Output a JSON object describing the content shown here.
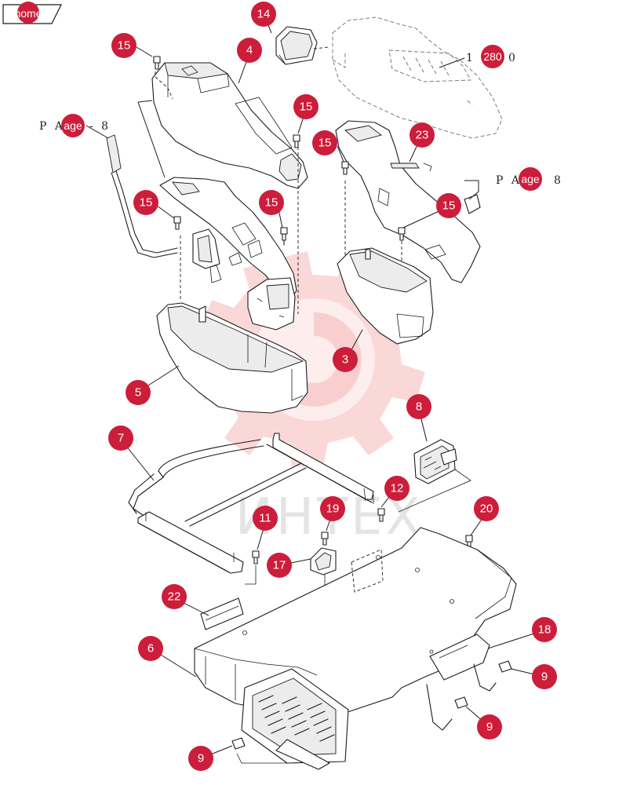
{
  "home_tab": {
    "label": "home"
  },
  "colors": {
    "callout": "#cc1d3a",
    "watermark": "#f4a8a8"
  },
  "watermark": {
    "text": "ИНТЕХ"
  },
  "reference_labels": [
    {
      "id": "page-ref-left",
      "prefix": "P A",
      "pill": "age",
      "suffix": "- 8"
    },
    {
      "id": "page-ref-right",
      "prefix": "P A",
      "pill": "age",
      "suffix": "8"
    },
    {
      "id": "ref-code-12800",
      "prefix": "1",
      "pill": "280",
      "suffix": "0"
    }
  ],
  "callouts": [
    {
      "id": "14",
      "label": "14"
    },
    {
      "id": "15a",
      "label": "15"
    },
    {
      "id": "4",
      "label": "4"
    },
    {
      "id": "15b",
      "label": "15"
    },
    {
      "id": "15c",
      "label": "15"
    },
    {
      "id": "23",
      "label": "23"
    },
    {
      "id": "15d",
      "label": "15"
    },
    {
      "id": "15e",
      "label": "15"
    },
    {
      "id": "15f",
      "label": "15"
    },
    {
      "id": "3",
      "label": "3"
    },
    {
      "id": "5",
      "label": "5"
    },
    {
      "id": "8",
      "label": "8"
    },
    {
      "id": "7",
      "label": "7"
    },
    {
      "id": "12",
      "label": "12"
    },
    {
      "id": "20",
      "label": "20"
    },
    {
      "id": "11",
      "label": "11"
    },
    {
      "id": "19",
      "label": "19"
    },
    {
      "id": "17",
      "label": "17"
    },
    {
      "id": "22",
      "label": "22"
    },
    {
      "id": "18",
      "label": "18"
    },
    {
      "id": "6",
      "label": "6"
    },
    {
      "id": "9a",
      "label": "9"
    },
    {
      "id": "9b",
      "label": "9"
    },
    {
      "id": "9c",
      "label": "9"
    }
  ]
}
